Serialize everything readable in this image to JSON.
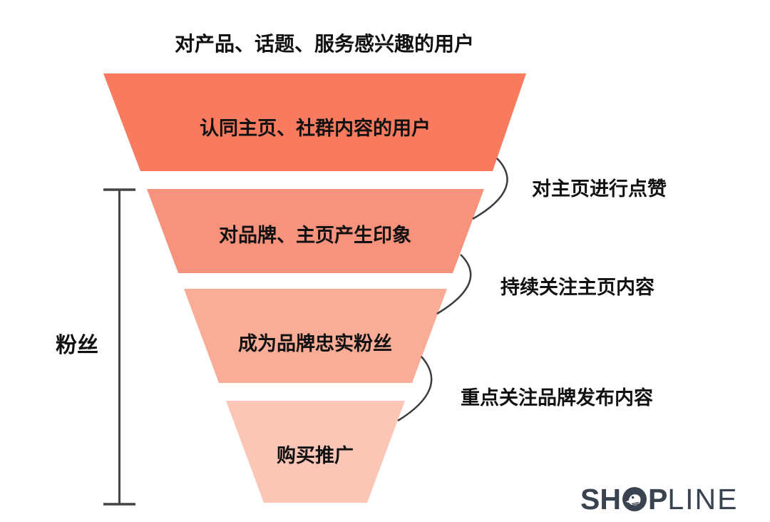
{
  "title": "对产品、话题、服务感兴趣的用户",
  "funnel": {
    "connector_color": "#3C3C3C",
    "tiers": [
      {
        "label": "认同主页、社群内容的用户",
        "color": "#F87A5F"
      },
      {
        "label": "对品牌、主页产生印象",
        "color": "#F7937C"
      },
      {
        "label": "成为品牌忠实粉丝",
        "color": "#F9AC96"
      },
      {
        "label": "购买推广",
        "color": "#FBC6B6"
      }
    ]
  },
  "annotations": [
    {
      "text": "对主页进行点赞"
    },
    {
      "text": "持续关注主页内容"
    },
    {
      "text": "重点关注品牌发布内容"
    }
  ],
  "bracket": {
    "label": "粉丝",
    "color": "#454545"
  },
  "logo": {
    "sh": "SH",
    "p": "P",
    "line": "LINE",
    "color": "#3A4450"
  }
}
